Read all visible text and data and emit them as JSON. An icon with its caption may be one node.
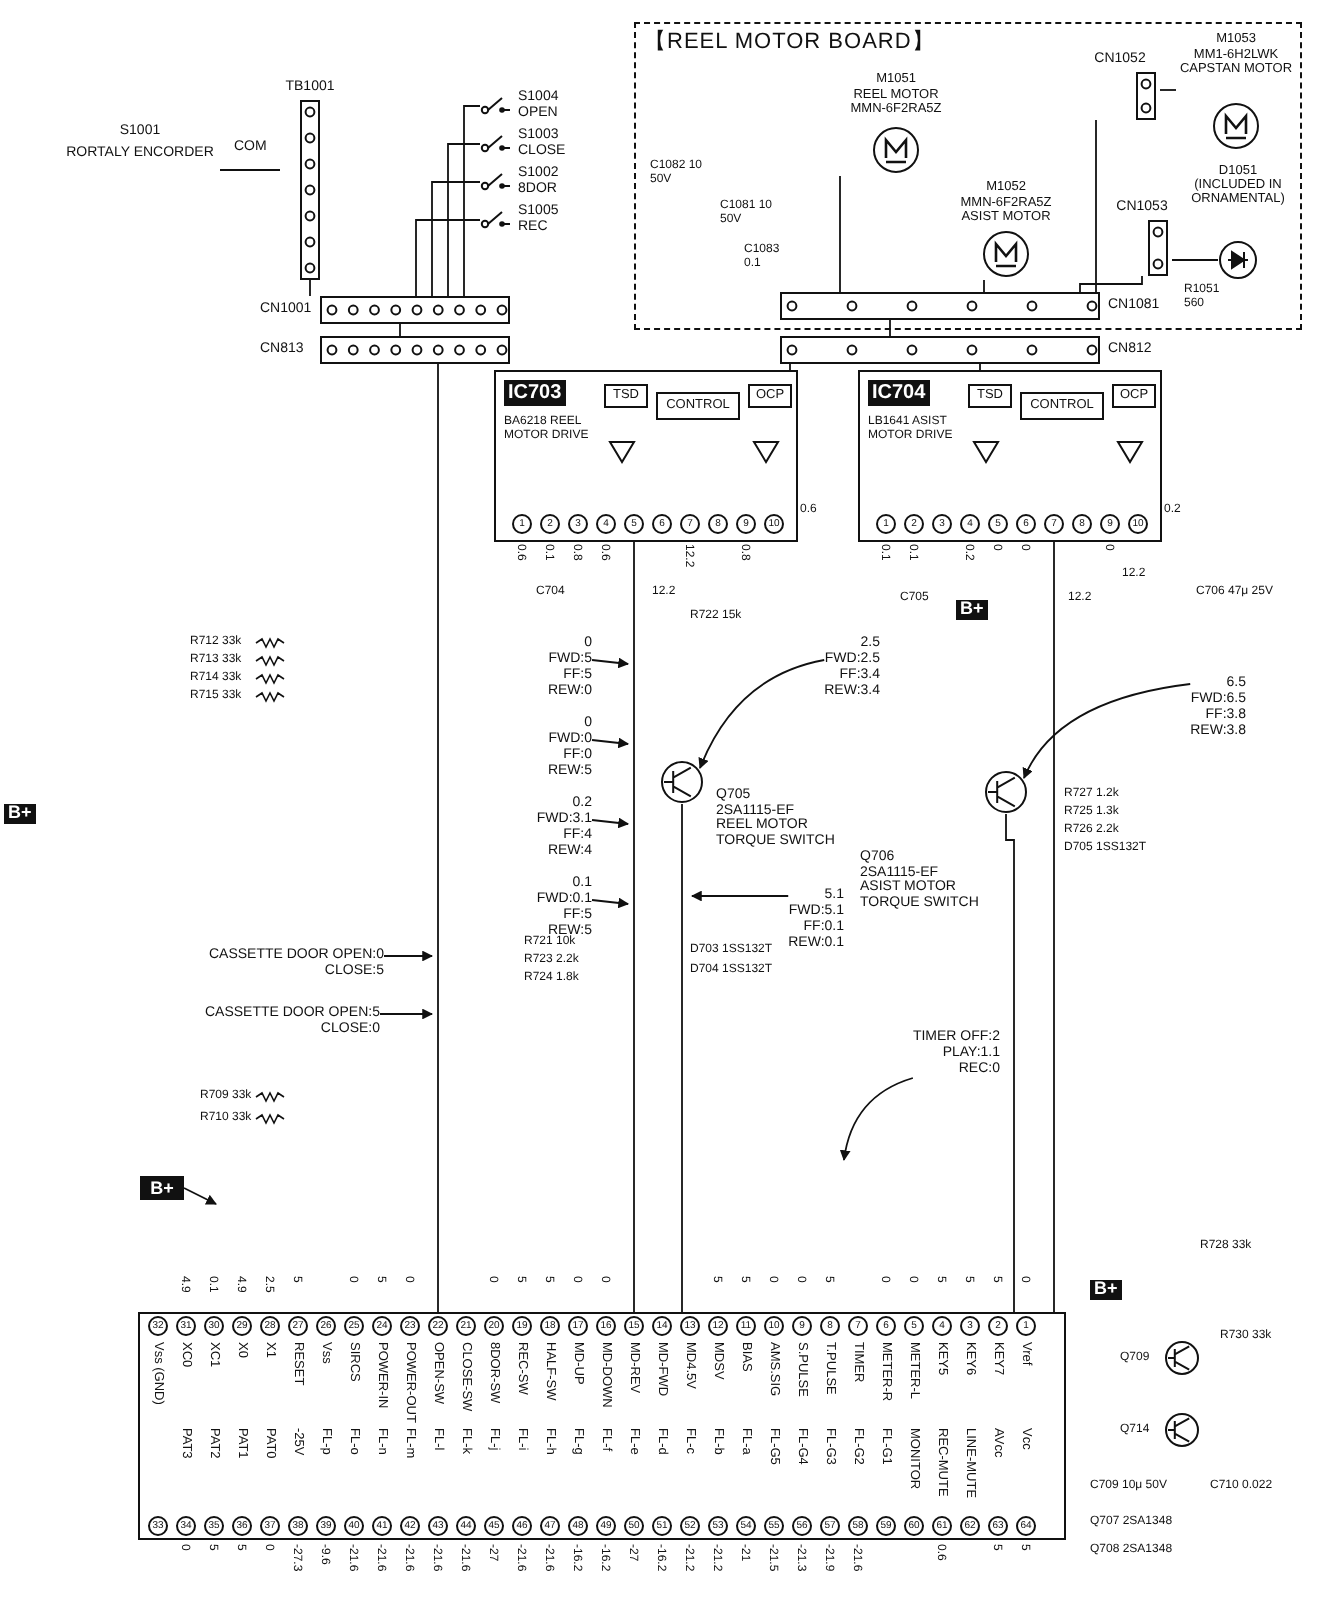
{
  "diagram": {
    "nodes": [
      {
        "text": [
          "【REEL MOTOR BOARD】"
        ]
      },
      {
        "text": [
          "M1051",
          "REEL MOTOR",
          "MMN-6F2RA5Z"
        ],
        "in": 0
      },
      {
        "text": [
          "M1052",
          "MMN-6F2RA5Z",
          "ASIST MOTOR"
        ],
        "in": 0
      },
      {
        "text": [
          "M1053",
          "MM1-6H2LWK",
          "CAPSTAN MOTOR"
        ],
        "in": 0
      },
      {
        "text": [
          "CN1052"
        ],
        "in": 0
      },
      {
        "text": [
          "CN1053"
        ],
        "in": 0
      },
      {
        "text": [
          "D1051",
          "(INCLUDED IN ORNAMENTAL)"
        ],
        "in": 0
      },
      {
        "text": [
          "CN1081"
        ],
        "in": 0
      },
      {
        "text": [
          "CN812"
        ]
      },
      {
        "text": [
          "TB1001"
        ]
      },
      {
        "text": [
          "S1001",
          "RORTALY ENCORDER"
        ]
      },
      {
        "text": [
          "S1004",
          "OPEN"
        ]
      },
      {
        "text": [
          "S1003",
          "CLOSE"
        ]
      },
      {
        "text": [
          "S1002",
          "8DOR"
        ]
      },
      {
        "text": [
          "S1005",
          "REC"
        ]
      },
      {
        "text": [
          "CN1001"
        ]
      },
      {
        "text": [
          "CN813"
        ]
      },
      {
        "text": [
          "IC703",
          "BA6218 REEL MOTOR DRIVE"
        ]
      },
      {
        "text": [
          "TSD"
        ],
        "in": 17
      },
      {
        "text": [
          "CONTROL"
        ],
        "in": 17
      },
      {
        "text": [
          "OCP"
        ],
        "in": 17
      },
      {
        "text": [
          "IC704",
          "LB1641 ASIST MOTOR DRIVE"
        ]
      },
      {
        "text": [
          "TSD"
        ],
        "in": 21
      },
      {
        "text": [
          "CONTROL"
        ],
        "in": 21
      },
      {
        "text": [
          "OCP"
        ],
        "in": 21
      },
      {
        "text": [],
        "shape": "circle",
        "beside": [
          "Q705",
          "2SA1115-EF",
          "REEL MOTOR TORQUE SWITCH"
        ]
      },
      {
        "text": [],
        "shape": "circle",
        "beside": [
          "Q706",
          "2SA1115-EF",
          "ASIST MOTOR TORQUE SWITCH"
        ]
      },
      {
        "text": [],
        "shape": "box"
      },
      {
        "text": [
          "0",
          "FWD:5",
          "FF:5",
          "REW:0"
        ]
      },
      {
        "text": [
          "0",
          "FWD:0",
          "FF:0",
          "REW:5"
        ]
      },
      {
        "text": [
          "0.2",
          "FWD:3.1",
          "FF:4",
          "REW:4"
        ]
      },
      {
        "text": [
          "0.1",
          "FWD:0.1",
          "FF:5",
          "REW:5"
        ]
      },
      {
        "text": [
          "CASSETTE DOOR OPEN:0",
          "CLOSE:5"
        ]
      },
      {
        "text": [
          "CASSETTE DOOR OPEN:5",
          "CLOSE:0"
        ]
      },
      {
        "text": [
          "2.5",
          "FWD:2.5",
          "FF:3.4",
          "REW:3.4"
        ]
      },
      {
        "text": [
          "6.5",
          "FWD:6.5",
          "FF:3.8",
          "REW:3.8"
        ]
      },
      {
        "text": [
          "5.1",
          "FWD:5.1",
          "FF:0.1",
          "REW:0.1"
        ]
      },
      {
        "text": [
          "TIMER OFF:2",
          "PLAY:1.1",
          "REC:0"
        ]
      },
      {
        "text": [
          "B+"
        ]
      }
    ],
    "edges": [
      {
        "from": 10,
        "to": 9,
        "arrow": "none"
      },
      {
        "from": 9,
        "to": 15,
        "arrow": "none"
      },
      {
        "from": 11,
        "to": 15,
        "arrow": "none"
      },
      {
        "from": 12,
        "to": 15,
        "arrow": "none"
      },
      {
        "from": 13,
        "to": 15,
        "arrow": "none"
      },
      {
        "from": 14,
        "to": 15,
        "arrow": "none"
      },
      {
        "from": 15,
        "to": 16,
        "arrow": "none"
      },
      {
        "from": 16,
        "to": 27,
        "arrow": "none"
      },
      {
        "from": 1,
        "to": 7,
        "arrow": "none"
      },
      {
        "from": 2,
        "to": 7,
        "arrow": "none"
      },
      {
        "from": 4,
        "to": 7,
        "arrow": "none"
      },
      {
        "from": 5,
        "to": 7,
        "arrow": "none"
      },
      {
        "from": 3,
        "to": 4,
        "arrow": "none"
      },
      {
        "from": 6,
        "to": 5,
        "arrow": "none"
      },
      {
        "from": 7,
        "to": 8,
        "arrow": "none"
      },
      {
        "from": 8,
        "to": 17,
        "arrow": "none"
      },
      {
        "from": 8,
        "to": 21,
        "arrow": "none"
      },
      {
        "from": 17,
        "to": 27,
        "arrow": "none"
      },
      {
        "from": 21,
        "to": 27,
        "arrow": "none"
      },
      {
        "from": 25,
        "to": 27,
        "arrow": "none"
      },
      {
        "from": 26,
        "to": 27,
        "arrow": "none"
      },
      {
        "from": 28,
        "to": null,
        "arrow": "to"
      },
      {
        "from": 29,
        "to": null,
        "arrow": "to"
      },
      {
        "from": 30,
        "to": null,
        "arrow": "to"
      },
      {
        "from": 31,
        "to": null,
        "arrow": "to"
      },
      {
        "from": 32,
        "to": null,
        "arrow": "to"
      },
      {
        "from": 33,
        "to": null,
        "arrow": "to"
      },
      {
        "from": 34,
        "to": 25,
        "arrow": "to"
      },
      {
        "from": 35,
        "to": 26,
        "arrow": "to"
      },
      {
        "from": 36,
        "to": null,
        "arrow": "to"
      },
      {
        "from": 37,
        "to": null,
        "arrow": "to"
      },
      {
        "from": 38,
        "to": null,
        "arrow": "to"
      }
    ],
    "labels": [
      "1",
      "2",
      "3",
      "4",
      "5",
      "6",
      "7",
      "8",
      "9",
      "10",
      "0.6",
      "0.1",
      "0.8",
      "0.6",
      "12.2",
      "0.8",
      "0.6",
      "C704",
      "12.2",
      "1",
      "2",
      "3",
      "4",
      "5",
      "6",
      "7",
      "8",
      "9",
      "10",
      "0.1",
      "0.1",
      "0.2",
      "0",
      "0",
      "0",
      "0.2",
      "12.2",
      "C705",
      "12.2",
      "32",
      "31",
      "30",
      "29",
      "28",
      "27",
      "26",
      "25",
      "24",
      "23",
      "22",
      "21",
      "20",
      "19",
      "18",
      "17",
      "16",
      "15",
      "14",
      "13",
      "12",
      "11",
      "10",
      "9",
      "8",
      "7",
      "6",
      "5",
      "4",
      "3",
      "2",
      "1",
      "Vss (GND)",
      "XC0",
      "XC1",
      "X0",
      "X1",
      "RESET",
      "Vss",
      "SIRCS",
      "POWER-IN",
      "POWER-OUT",
      "OPEN-SW",
      "CLOSE-SW",
      "8DOR-SW",
      "REC-SW",
      "HALF-SW",
      "MD-UP",
      "MD-DOWN",
      "MD-REV",
      "MD-FWD",
      "MD4.5V",
      "MDSV",
      "BIAS",
      "AMS.SIG",
      "S.PULSE",
      "T.PULSE",
      "TIMER",
      "METER-R",
      "METER-L",
      "KEY5",
      "KEY6",
      "KEY7",
      "Vref",
      "4.9",
      "0.1",
      "4.9",
      "2.5",
      "5",
      "0",
      "5",
      "0",
      "0",
      "5",
      "5",
      "0",
      "0",
      "5",
      "5",
      "0",
      "0",
      "5",
      "0",
      "0",
      "5",
      "5",
      "5",
      "0",
      "33",
      "34",
      "35",
      "36",
      "37",
      "38",
      "39",
      "40",
      "41",
      "42",
      "43",
      "44",
      "45",
      "46",
      "47",
      "48",
      "49",
      "50",
      "51",
      "52",
      "53",
      "54",
      "55",
      "56",
      "57",
      "58",
      "59",
      "60",
      "61",
      "62",
      "63",
      "64",
      "PAT3",
      "PAT2",
      "PAT1",
      "PAT0",
      "-25V",
      "FL-p",
      "FL-o",
      "FL-n",
      "FL-m",
      "FL-l",
      "FL-k",
      "FL-j",
      "FL-i",
      "FL-h",
      "FL-g",
      "FL-f",
      "FL-e",
      "FL-d",
      "FL-c",
      "FL-b",
      "FL-a",
      "FL-G5",
      "FL-G4",
      "FL-G3",
      "FL-G2",
      "FL-G1",
      "MONITOR",
      "REC-MUTE",
      "LINE-MUTE",
      "AVcc",
      "Vcc",
      "0",
      "5",
      "5",
      "0",
      "-27.3",
      "-9.6",
      "-21.6",
      "-21.6",
      "-21.6",
      "-21.6",
      "-21.6",
      "-27",
      "-21.6",
      "-21.6",
      "-16.2",
      "-16.2",
      "-27",
      "-16.2",
      "-21.2",
      "-21.2",
      "-21",
      "-21.5",
      "-21.3",
      "-21.9",
      "-21.6",
      "0.6",
      "5",
      "5",
      "COM",
      "R712 33k",
      "R713 33k",
      "R714 33k",
      "R715 33k",
      "R709 33k",
      "R710 33k",
      "C1082 10 50V",
      "C1081 10 50V",
      "C1083 0.1",
      "R1051 560",
      "B+",
      "B+",
      "B+",
      "C706 47μ 25V",
      "R722 15k",
      "R721 10k",
      "R723 2.2k",
      "R724 1.8k",
      "D703 1SS132T",
      "D704 1SS132T",
      "R727 1.2k",
      "R725 1.3k",
      "R726 2.2k",
      "D705 1SS132T",
      "R728 33k",
      "Q709",
      "R730 33k",
      "Q714",
      "C709 10μ 50V",
      "C710 0.022",
      "Q707 2SA1348",
      "Q708 2SA1348"
    ]
  }
}
